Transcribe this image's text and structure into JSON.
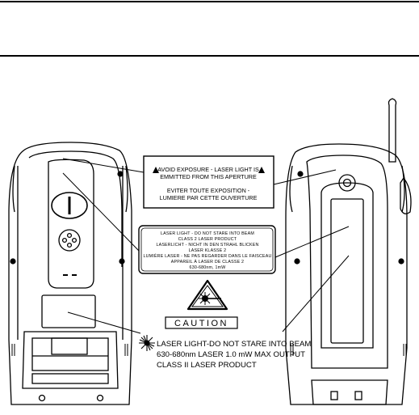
{
  "labels": {
    "aperture": {
      "line1": "AVOID EXPOSURE - LASER LIGHT IS",
      "line2": "EMMITTED FROM THIS APERTURE",
      "line3": "EVITER TOUTE EXPOSITION -",
      "line4": "LUMIERE PAR CETTE OUVERTURE"
    },
    "multilingual": {
      "lines": [
        "LASER LIGHT - DO NOT STARE INTO BEAM",
        "CLASS 2 LASER PRODUCT",
        "LASERLICHT - NICHT IN DEN STRAHL BLICKEN",
        "LASER KLASSE 2",
        "LUMIÈRE LASER - NE PAS REGARDER DANS LE FAISCEAU",
        "APPAREIL À LASER DE CLASSE 2",
        "630-680nm, 1mW"
      ]
    },
    "caution": {
      "word": "CAUTION",
      "line1": "LASER LIGHT-DO NOT STARE INTO BEAM",
      "line2": "630-680nm LASER 1.0 mW MAX OUTPUT",
      "line3": "CLASS II LASER PRODUCT"
    }
  },
  "icons": {
    "warning_triangle": "laser-warning-triangle-icon",
    "starburst": "laser-starburst-icon"
  },
  "colors": {
    "ink": "#000000",
    "paper": "#ffffff"
  }
}
